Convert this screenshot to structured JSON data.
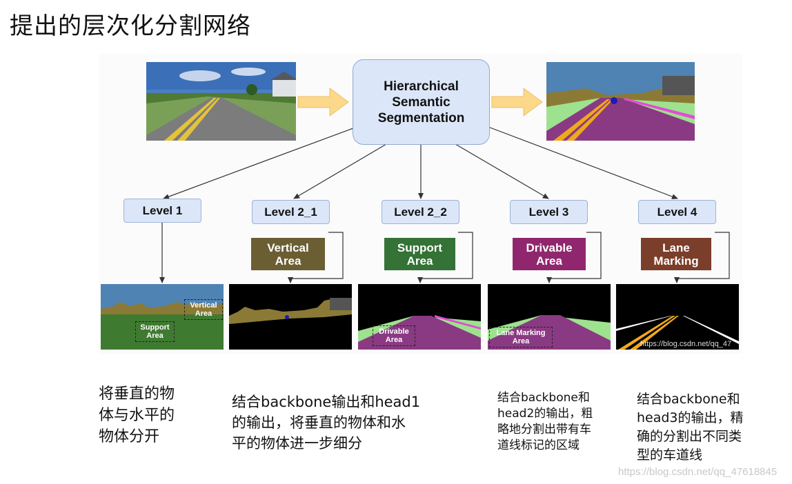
{
  "slide": {
    "title": "提出的层次化分割网络"
  },
  "diagram": {
    "center": {
      "label": "Hierarchical\nSemantic\nSegmentation"
    },
    "levels": [
      {
        "label": "Level 1"
      },
      {
        "label": "Level 2_1",
        "class_label": "Vertical\nArea",
        "class_color": "#6c5e33"
      },
      {
        "label": "Level 2_2",
        "class_label": "Support\nArea",
        "class_color": "#347236"
      },
      {
        "label": "Level 3",
        "class_label": "Drivable\nArea",
        "class_color": "#90276e"
      },
      {
        "label": "Level 4",
        "class_label": "Lane\nMarking",
        "class_color": "#7b3e2a"
      }
    ],
    "output_tags": {
      "vertical": "Vertical\nArea",
      "support": "Support\nArea",
      "drivable": "Drivable\nArea",
      "lane": "Lane Marking\nArea"
    },
    "colors": {
      "box_fill": "#dbe6f8",
      "arrow_fill": "#fcd88a",
      "sky": "#4f83b4",
      "vertical": "#8b7a35",
      "support": "#3f7a31",
      "drivable": "#8a3a82",
      "lane": "#f0a81c",
      "grass": "#9ee28f"
    }
  },
  "captions": {
    "level1": "将垂直的物\n体与水平的\n物体分开",
    "level2": "结合backbone输出和head1\n的输出，将垂直的物体和水\n平的物体进一步细分",
    "level3": "结合backbone和\nhead2的输出，粗\n略地分割出带有车\n道线标记的区域",
    "level4": "结合backbone和\nhead3的输出，精\n确的分割出不同类\n型的车道线"
  },
  "watermarks": {
    "image": "https://blog.csdn.net/qq_47",
    "page": "https://blog.csdn.net/qq_47618845"
  }
}
